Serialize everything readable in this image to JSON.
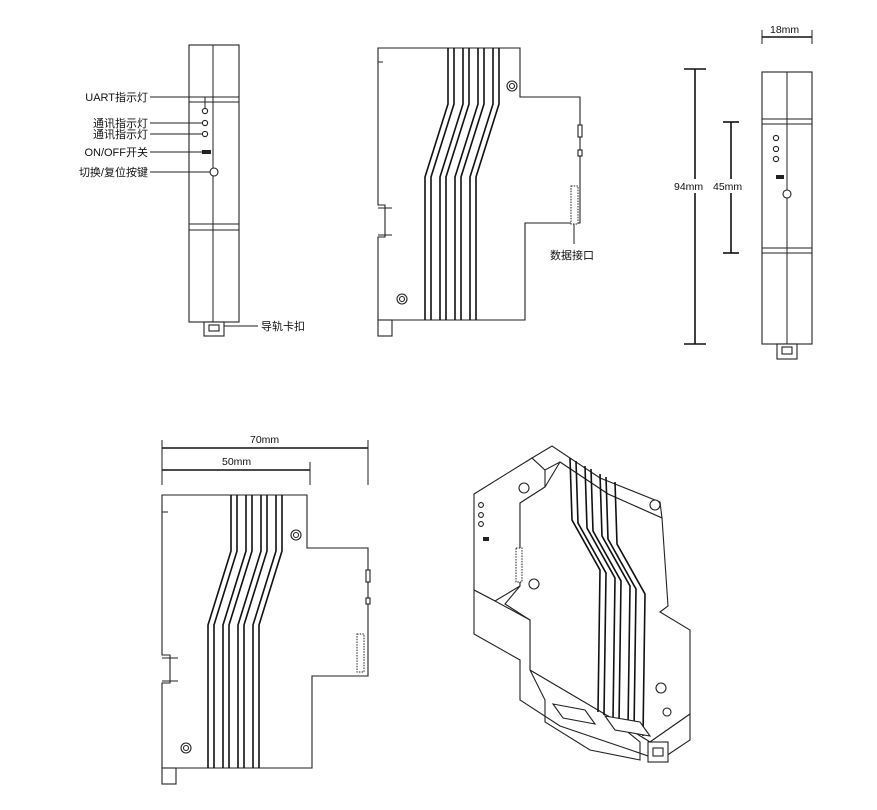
{
  "front_view": {
    "labels": {
      "uart": "UART指示灯",
      "comm1": "通讯指示灯",
      "comm2": "通讯指示灯",
      "onoff": "ON/OFF开关",
      "reset": "切换/复位按键",
      "rail": "导轨卡扣"
    }
  },
  "side_view": {
    "labels": {
      "data_port": "数据接口"
    }
  },
  "dimensions": {
    "width": "18mm",
    "height_total": "94mm",
    "height_inner": "45mm",
    "depth_total": "70mm",
    "depth_inner": "50mm"
  }
}
